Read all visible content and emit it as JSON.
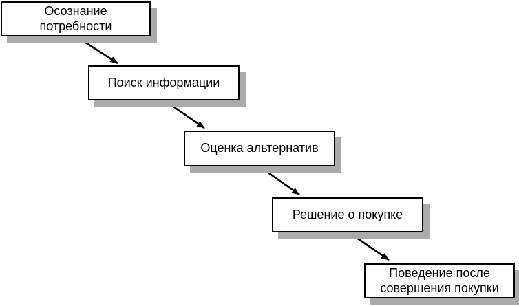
{
  "colors": {
    "background": "#ffffff",
    "box-fill": "#ffffff",
    "box-border": "#000000",
    "shadow": "#ababab",
    "arrow": "#000000",
    "text": "#000000"
  },
  "diagram": {
    "steps": [
      {
        "label": "Осознание\nпотребности"
      },
      {
        "label": "Поиск информации"
      },
      {
        "label": "Оценка альтернатив"
      },
      {
        "label": "Решение о покупке"
      },
      {
        "label": "Поведение после\nсовершения покупки"
      }
    ]
  }
}
